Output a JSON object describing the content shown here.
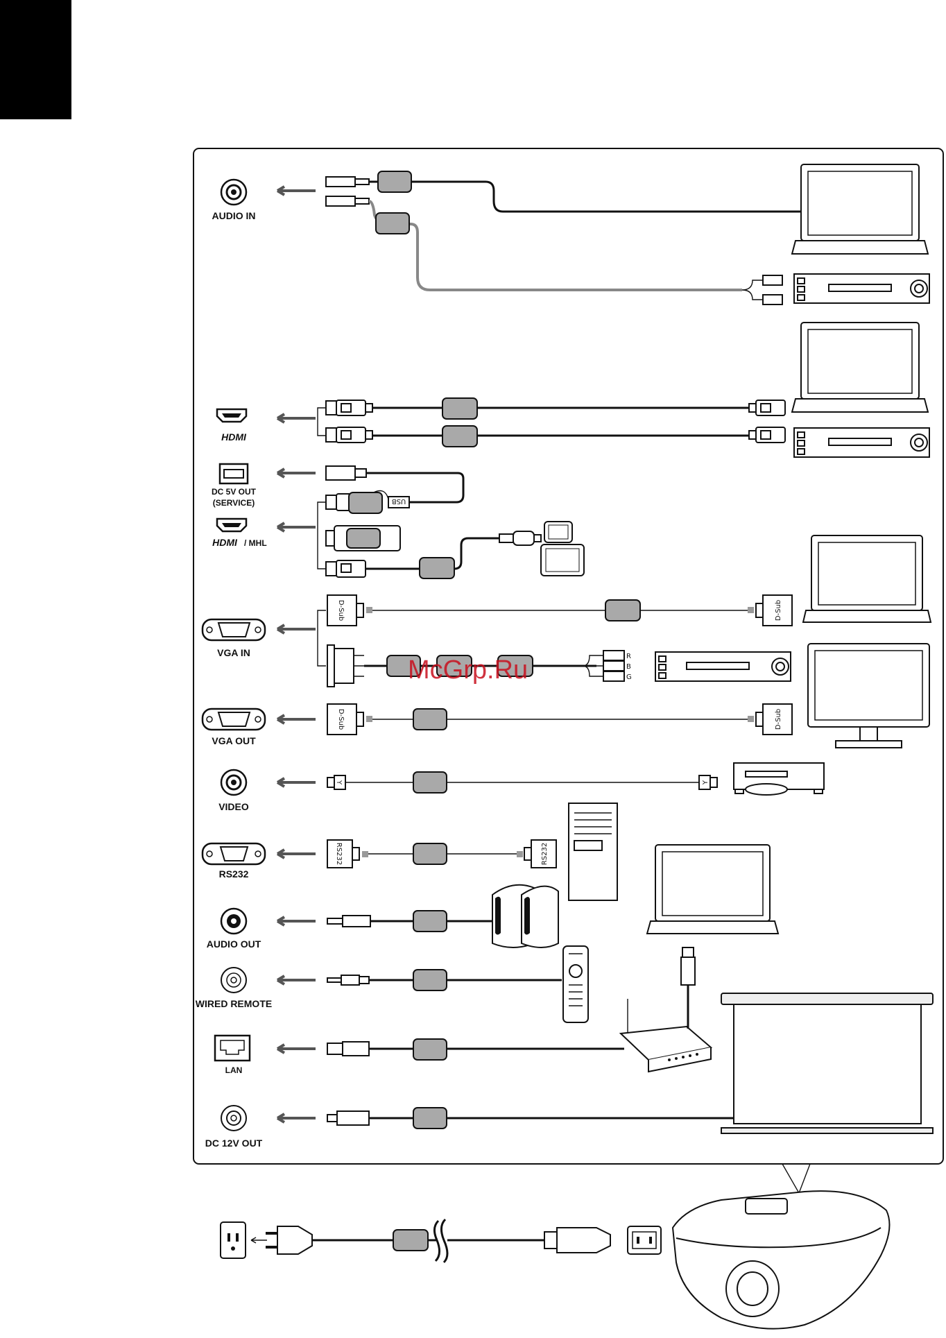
{
  "ports": {
    "audio_in": "AUDIO IN",
    "hdmi": "HDMI",
    "dc5v_out": "DC 5V OUT",
    "dc5v_service": "(SERVICE)",
    "hdmi_mhl_logo": "HDMI",
    "hdmi_mhl_suffix": "/ MHL",
    "vga_in": "VGA IN",
    "vga_out": "VGA OUT",
    "video": "VIDEO",
    "rs232": "RS232",
    "audio_out": "AUDIO OUT",
    "wired_remote": "WIRED REMOTE",
    "lan": "LAN",
    "dc12v_out": "DC 12V OUT"
  },
  "connector_tags": {
    "dsub": "D-Sub",
    "usb": "USB",
    "rs232": "RS232",
    "r": "R",
    "g": "G",
    "b": "B",
    "y": "Y"
  },
  "watermark": "McGrp.Ru"
}
